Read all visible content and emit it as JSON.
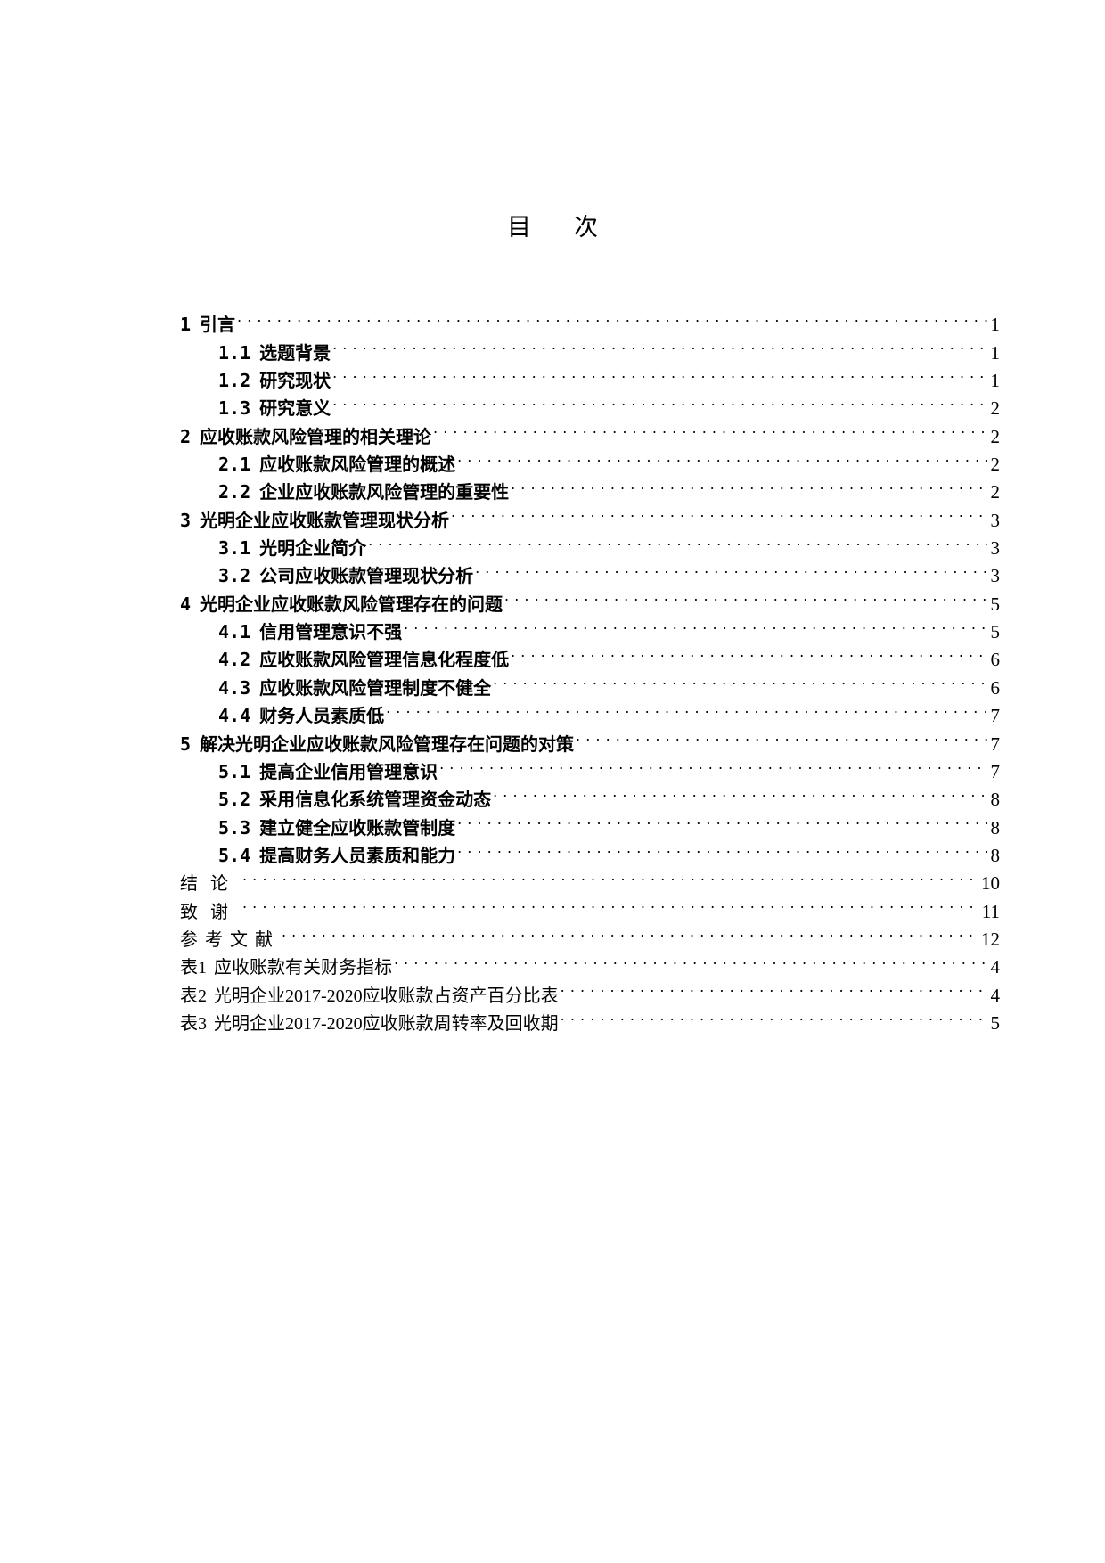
{
  "document": {
    "title_chars": [
      "目",
      "次"
    ],
    "toc": [
      {
        "level": 1,
        "num": "1",
        "text": "引言",
        "page": "1"
      },
      {
        "level": 2,
        "num": "1.1",
        "text": "选题背景",
        "page": "1"
      },
      {
        "level": 2,
        "num": "1.2",
        "text": "研究现状",
        "page": "1"
      },
      {
        "level": 2,
        "num": "1.3",
        "text": "研究意义",
        "page": "2"
      },
      {
        "level": 1,
        "num": "2",
        "text": "应收账款风险管理的相关理论",
        "page": "2"
      },
      {
        "level": 2,
        "num": "2.1",
        "text": "应收账款风险管理的概述",
        "page": "2"
      },
      {
        "level": 2,
        "num": "2.2",
        "text": "企业应收账款风险管理的重要性",
        "page": "2"
      },
      {
        "level": 1,
        "num": "3",
        "text": "光明企业应收账款管理现状分析",
        "page": "3"
      },
      {
        "level": 2,
        "num": "3.1",
        "text": "光明企业简介",
        "page": "3"
      },
      {
        "level": 2,
        "num": "3.2",
        "text": "公司应收账款管理现状分析",
        "page": "3"
      },
      {
        "level": 1,
        "num": "4",
        "text": "光明企业应收账款风险管理存在的问题",
        "page": "5"
      },
      {
        "level": 2,
        "num": "4.1",
        "text": "信用管理意识不强",
        "page": "5"
      },
      {
        "level": 2,
        "num": "4.2",
        "text": "应收账款风险管理信息化程度低",
        "page": "6"
      },
      {
        "level": 2,
        "num": "4.3",
        "text": "应收账款风险管理制度不健全",
        "page": "6"
      },
      {
        "level": 2,
        "num": "4.4",
        "text": "财务人员素质低",
        "page": "7"
      },
      {
        "level": 1,
        "num": "5",
        "text": "解决光明企业应收账款风险管理存在问题的对策",
        "page": "7"
      },
      {
        "level": 2,
        "num": "5.1",
        "text": "提高企业信用管理意识",
        "page": "7"
      },
      {
        "level": 2,
        "num": "5.2",
        "text": "采用信息化系统管理资金动态",
        "page": "8"
      },
      {
        "level": 2,
        "num": "5.3",
        "text": "建立健全应收账款管制度",
        "page": "8"
      },
      {
        "level": 2,
        "num": "5.4",
        "text": "提高财务人员素质和能力",
        "page": "8"
      },
      {
        "level": 0,
        "num": "",
        "text": "结论",
        "page": "10"
      },
      {
        "level": 0,
        "num": "",
        "text": "致谢",
        "page": "11"
      },
      {
        "level": 0,
        "num": "",
        "text": "参考文献",
        "page": "12"
      },
      {
        "level": 0,
        "num": "表1",
        "text": "应收账款有关财务指标",
        "page": "4"
      },
      {
        "level": 0,
        "num": "表2",
        "text": "光明企业2017-2020应收账款占资产百分比表",
        "page": "4"
      },
      {
        "level": 0,
        "num": "表3",
        "text": "光明企业2017-2020应收账款周转率及回收期",
        "page": "5"
      }
    ]
  }
}
